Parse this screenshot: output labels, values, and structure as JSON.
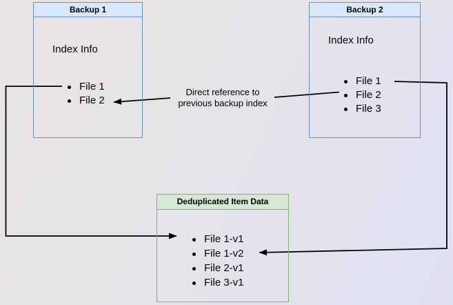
{
  "diagram": {
    "backup1": {
      "title": "Backup 1",
      "subtitle": "Index Info",
      "items": [
        "File 1",
        "File 2"
      ]
    },
    "backup2": {
      "title": "Backup 2",
      "subtitle": "Index Info",
      "items": [
        "File 1",
        "File 2",
        "File 3"
      ]
    },
    "dedup": {
      "title": "Deduplicated Item Data",
      "items": [
        "File 1-v1",
        "File 1-v2",
        "File 2-v1",
        "File 3-v1"
      ]
    },
    "annotation": {
      "line1": "Direct reference to",
      "line2": "previous backup index"
    },
    "colors": {
      "backup_box_fill": "#dae8fc",
      "backup_box_border": "#6c8ebf",
      "dedup_box_fill": "#d5e8d4",
      "dedup_box_border": "#82b366",
      "arrow": "#000000",
      "text": "#000000"
    }
  }
}
